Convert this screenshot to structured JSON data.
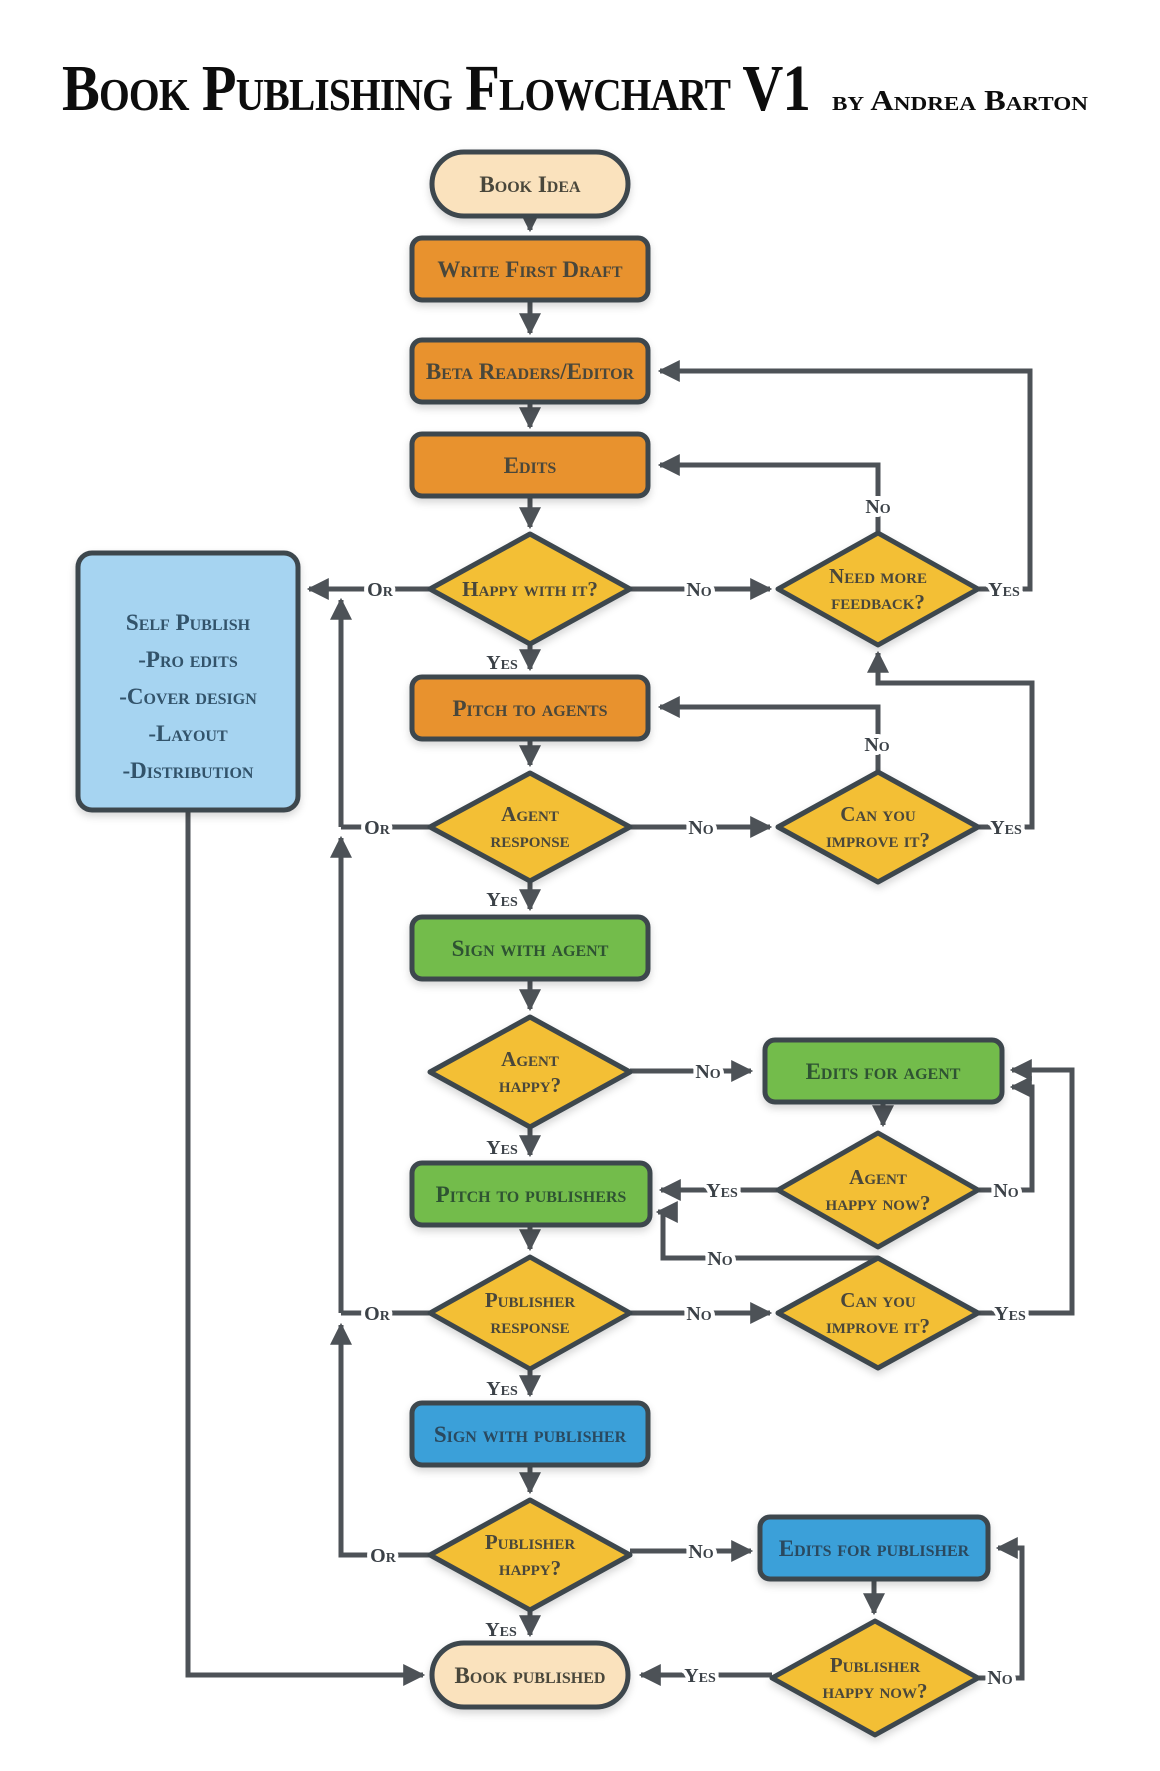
{
  "title": {
    "main": "Book Publishing Flowchart V1",
    "byline": "by Andrea Barton"
  },
  "labels": {
    "yes": "Yes",
    "no": "No",
    "or": "Or"
  },
  "nodes": {
    "book_idea": "Book Idea",
    "write_first_draft": "Write First Draft",
    "beta_readers": "Beta Readers/Editor",
    "edits": "Edits",
    "happy_with_it": "Happy with it?",
    "need_more_feedback": {
      "line1": "Need more",
      "line2": "feedback?"
    },
    "pitch_to_agents": "Pitch to agents",
    "agent_response": {
      "line1": "Agent",
      "line2": "response"
    },
    "can_you_improve_1": {
      "line1": "Can you",
      "line2": "improve it?"
    },
    "sign_with_agent": "Sign with agent",
    "agent_happy": {
      "line1": "Agent",
      "line2": "happy?"
    },
    "edits_for_agent": "Edits for agent",
    "agent_happy_now": {
      "line1": "Agent",
      "line2": "happy now?"
    },
    "pitch_to_publishers": "Pitch to publishers",
    "publisher_response": {
      "line1": "Publisher",
      "line2": "response"
    },
    "can_you_improve_2": {
      "line1": "Can you",
      "line2": "improve it?"
    },
    "sign_with_publisher": "Sign with publisher",
    "publisher_happy": {
      "line1": "Publisher",
      "line2": "happy?"
    },
    "edits_for_publisher": "Edits for publisher",
    "publisher_happy_now": {
      "line1": "Publisher",
      "line2": "happy now?"
    },
    "book_published": "Book published",
    "self_publish": {
      "line1": "Self Publish",
      "line2": "-Pro edits",
      "line3": "-Cover design",
      "line4": "-Layout",
      "line5": "-Distribution"
    }
  },
  "palette": {
    "orange": "#e8922e",
    "yellow": "#f3bf35",
    "green": "#73bc4b",
    "blue": "#3ba0d9",
    "light_blue": "#a6d4f1",
    "cream": "#fae2bd",
    "outline": "#3e464d",
    "line": "#4d5257"
  }
}
